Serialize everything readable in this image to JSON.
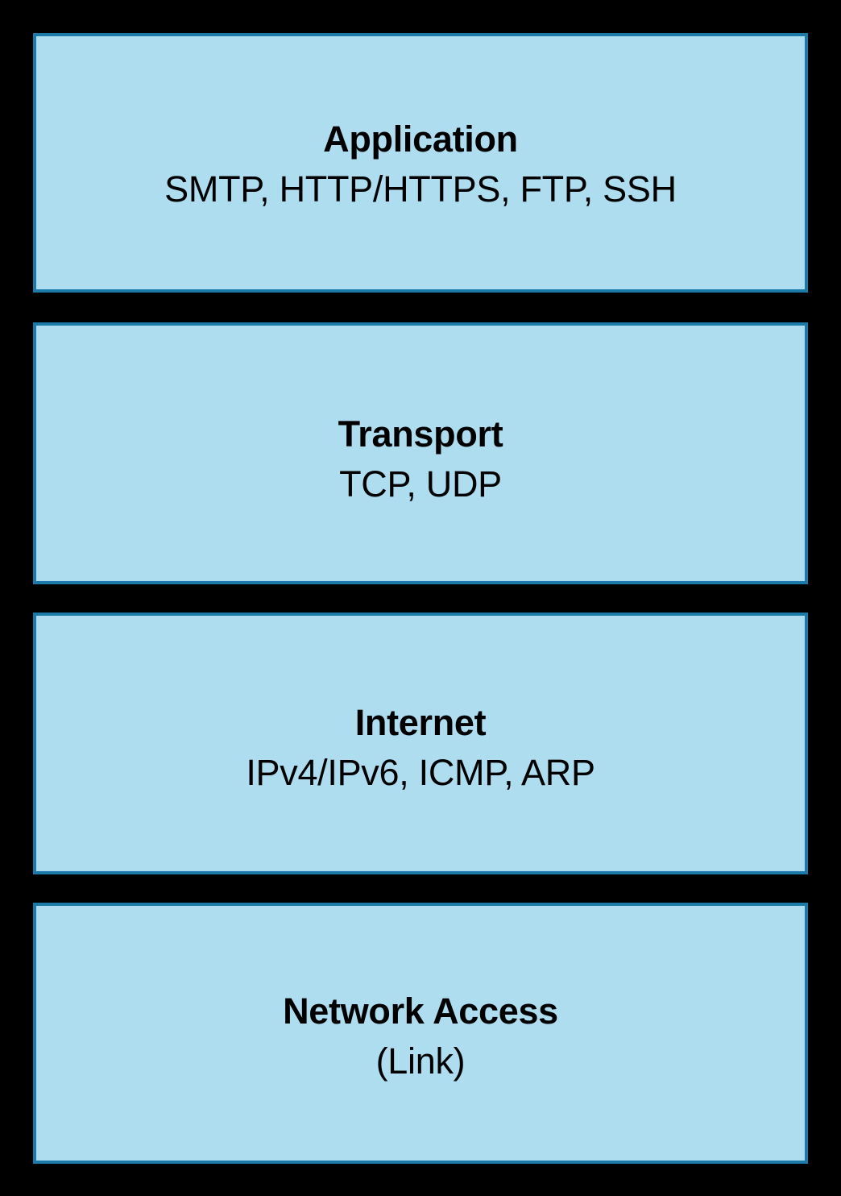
{
  "diagram": {
    "kind": "tcp-ip-model-stack",
    "background_color": "#000000",
    "box_fill_color": "#aeddf0",
    "box_border_color": "#1c7aa8",
    "text_color": "#000000",
    "layers": [
      {
        "id": "application",
        "title": "Application",
        "subtitle": "SMTP, HTTP/HTTPS, FTP, SSH"
      },
      {
        "id": "transport",
        "title": "Transport",
        "subtitle": "TCP, UDP"
      },
      {
        "id": "internet",
        "title": "Internet",
        "subtitle": "IPv4/IPv6, ICMP, ARP"
      },
      {
        "id": "network-access",
        "title": "Network Access",
        "subtitle": "(Link)"
      }
    ]
  }
}
